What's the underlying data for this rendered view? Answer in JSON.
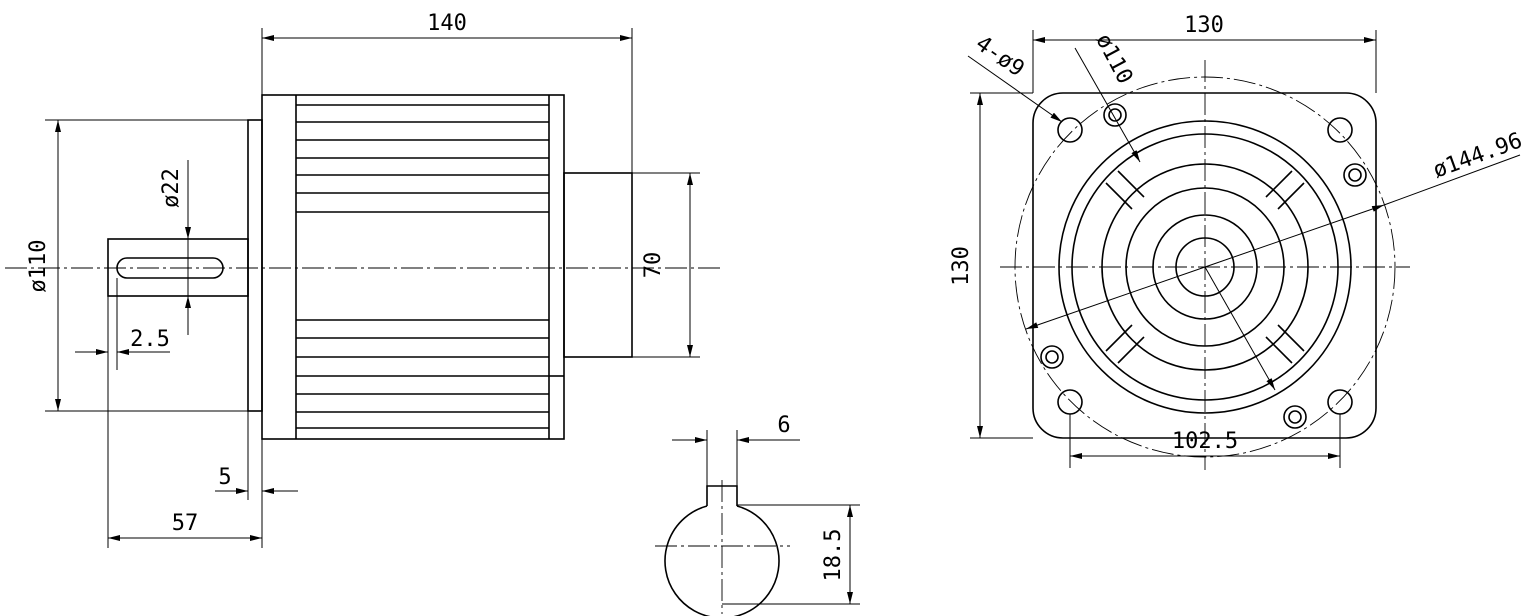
{
  "dimensions": {
    "body_length": "140",
    "flange_dia": "ø110",
    "shaft_dia": "ø22",
    "key_offset": "2.5",
    "rear_boss_dia": "70",
    "flange_thickness": "5",
    "shaft_extension": "57",
    "key_width": "6",
    "key_depth": "18.5",
    "flange_square_width": "130",
    "flange_square_height": "130",
    "mounting_holes": "4-ø9",
    "pilot_dia": "ø110",
    "bolt_circle_dia": "ø144.96",
    "hole_spacing": "102.5"
  }
}
